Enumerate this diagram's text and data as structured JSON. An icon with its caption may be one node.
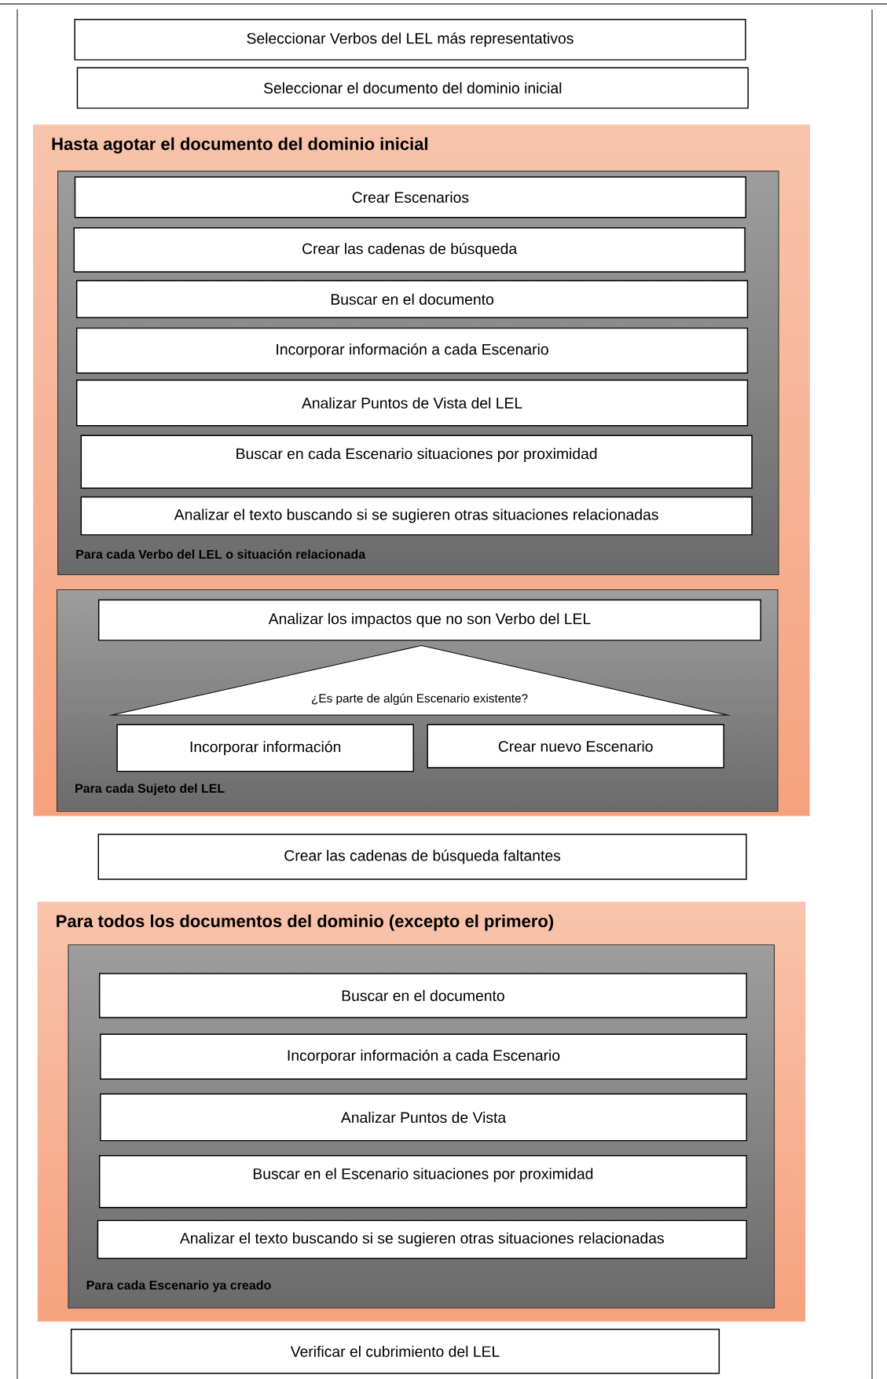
{
  "diagram": {
    "nodes": [
      {
        "text": [
          "Seleccionar Verbos del LEL más representativos"
        ]
      },
      {
        "text": [
          "Seleccionar el documento del dominio inicial"
        ]
      },
      {
        "text": [
          "Hasta agotar el documento del dominio inicial"
        ]
      },
      {
        "text": [
          "Para cada Verbo del LEL o situación relacionada"
        ],
        "in": 2
      },
      {
        "text": [
          "Crear Escenarios"
        ],
        "in": 3
      },
      {
        "text": [
          "Crear las cadenas de búsqueda"
        ],
        "in": 3
      },
      {
        "text": [
          "Buscar en el documento"
        ],
        "in": 3
      },
      {
        "text": [
          "Incorporar información a cada Escenario"
        ],
        "in": 3
      },
      {
        "text": [
          "Analizar Puntos de Vista del LEL"
        ],
        "in": 3
      },
      {
        "text": [
          "Buscar en cada Escenario situaciones por proximidad"
        ],
        "in": 3
      },
      {
        "text": [
          "Analizar el texto buscando si se sugieren otras situaciones relacionadas"
        ],
        "in": 3
      },
      {
        "text": [
          "Para cada Sujeto del LEL"
        ],
        "in": 2
      },
      {
        "text": [
          "Analizar los impactos que no son Verbo del LEL"
        ],
        "in": 11
      },
      {
        "text": [
          "¿Es parte de algún Escenario existente?"
        ],
        "in": 11
      },
      {
        "text": [
          "Incorporar información"
        ],
        "in": 11
      },
      {
        "text": [
          "Crear nuevo Escenario"
        ],
        "in": 11
      },
      {
        "text": [
          "Crear las cadenas de búsqueda faltantes"
        ]
      },
      {
        "text": [
          "Para todos los documentos del dominio (excepto el primero)"
        ]
      },
      {
        "text": [
          "Para cada Escenario ya creado"
        ],
        "in": 17
      },
      {
        "text": [
          "Buscar en el documento"
        ],
        "in": 18
      },
      {
        "text": [
          "Incorporar información a cada Escenario"
        ],
        "in": 18
      },
      {
        "text": [
          "Analizar Puntos de Vista"
        ],
        "in": 18
      },
      {
        "text": [
          "Buscar en el Escenario situaciones por proximidad"
        ],
        "in": 18
      },
      {
        "text": [
          "Analizar el texto buscando si se sugieren otras situaciones relacionadas"
        ],
        "in": 18
      },
      {
        "text": [
          "Verificar el cubrimiento del LEL"
        ]
      }
    ]
  }
}
